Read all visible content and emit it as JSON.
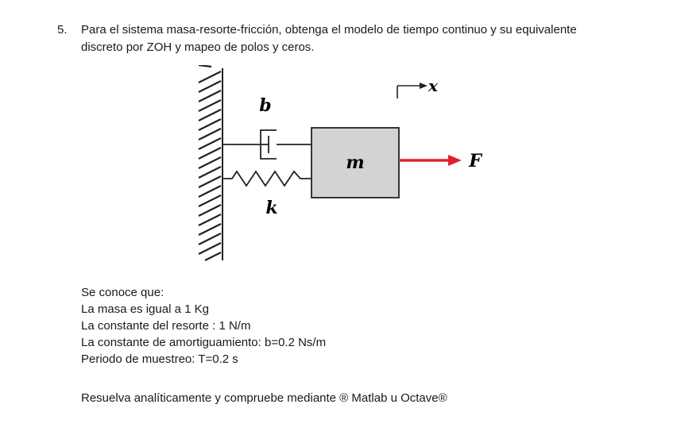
{
  "problem": {
    "number": "5.",
    "text": "Para el sistema masa-resorte-fricción, obtenga el modelo de tiempo continuo y su equivalente discreto por ZOH y mapeo de polos y ceros."
  },
  "figure": {
    "label_b": "b",
    "label_k": "k",
    "label_m": "m",
    "label_x": "x",
    "label_F": "F",
    "mass_fill": "#d3d3d3",
    "force_color": "#e0202a"
  },
  "given": {
    "intro": "Se conoce que:",
    "items": [
      "La masa es igual a 1 Kg",
      "La constante del resorte : 1 N/m",
      "La constante de amortiguamiento: b=0.2 Ns/m",
      "Periodo de muestreo: T=0.2 s"
    ]
  },
  "instruction": "Resuelva analíticamente y compruebe mediante ® Matlab u Octave®"
}
